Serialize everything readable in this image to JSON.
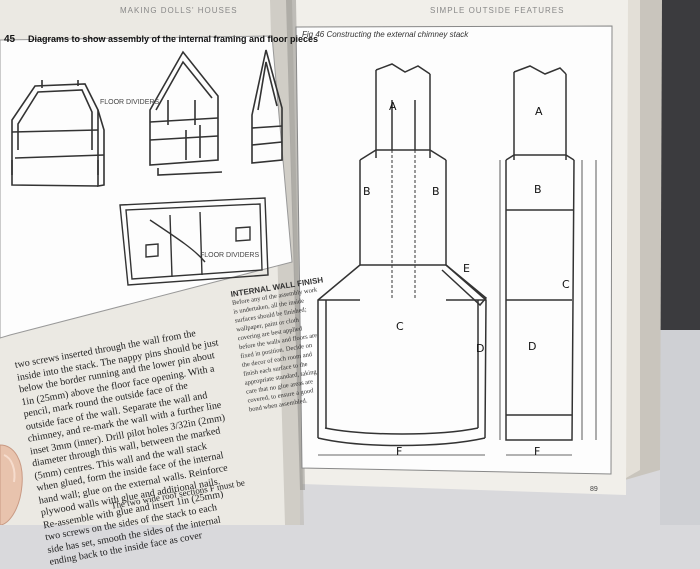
{
  "left_page": {
    "running_head": "MAKING DOLLS' HOUSES",
    "figure_number": "45",
    "figure_title": "Diagrams to show assembly of the internal framing and floor pieces",
    "labels": {
      "floor_dividers": "FLOOR DIVIDERS",
      "floor_dividers2": "FLOOR DIVIDERS"
    },
    "sub_heading": "INTERNAL WALL FINISH",
    "body_lines": [
      "two screws inserted through the wall from the",
      "inside into the stack. The nappy pins should be just",
      "below the border running and the lower pin about",
      "1in (25mm) above the floor face opening. With a",
      "pencil, mark round the outside face of the",
      "outside face of the wall. Separate the wall and",
      "chimney, and re-mark the wall with a further line",
      "inset 3mm (inner). Drill pilot holes 3/32in (2mm)",
      "diameter through this wall, between the marked",
      "(5mm) centres. This wall and the wall stack",
      "when glued, form the inside face of the internal",
      "hand wall; glue on the external walls. Reinforce",
      "plywood walls with glue and additional nails.",
      "Re-assemble with glue and insert 1in (25mm)",
      "two screws on the sides of the stack to each",
      "side has set, smooth the sides of the internal",
      "ending back to the inside face as cover"
    ],
    "right_column_lines": [
      "Before any of the assembly work",
      "is undertaken, all the inside",
      "surfaces should be finished;",
      "wallpaper, paint or cloth",
      "covering are best applied",
      "before the walls and floors are",
      "fixed in position. Decide on",
      "the decor of each room and",
      "finish each surface to the",
      "appropriate standard, taking",
      "care that no glue areas are",
      "covered, to ensure a good",
      "bond when assembled."
    ],
    "bottom_line": "The two wide roof sections F must be"
  },
  "right_page": {
    "running_head": "SIMPLE OUTSIDE FEATURES",
    "figure_caption": "Fig 46  Constructing the external chimney stack",
    "letters": [
      "A",
      "B",
      "B",
      "C",
      "D",
      "E",
      "F",
      "A",
      "B",
      "C",
      "D",
      "F"
    ],
    "page_number": "89"
  }
}
